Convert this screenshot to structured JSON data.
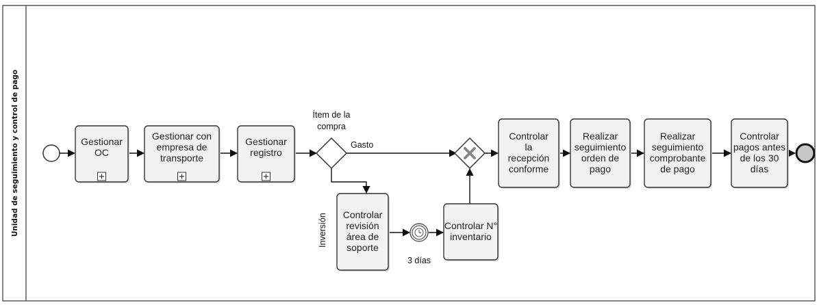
{
  "lane": {
    "label": "Unidad de seguimiento y control de pago"
  },
  "tasks": [
    {
      "id": "gestionar-oc",
      "lines": [
        "Gestionar",
        "OC"
      ],
      "subprocess": true
    },
    {
      "id": "gestionar-empresa-transporte",
      "lines": [
        "Gestionar con",
        "empresa de",
        "transporte"
      ],
      "subprocess": true
    },
    {
      "id": "gestionar-registro",
      "lines": [
        "Gestionar",
        "registro"
      ],
      "subprocess": true
    },
    {
      "id": "controlar-recepcion",
      "lines": [
        "Controlar",
        "la",
        "recepción",
        "conforme"
      ],
      "subprocess": false
    },
    {
      "id": "seguimiento-orden-pago",
      "lines": [
        "Realizar",
        "seguimiento",
        "orden de",
        "pago"
      ],
      "subprocess": false
    },
    {
      "id": "seguimiento-comprobante",
      "lines": [
        "Realizar",
        "seguimiento",
        "comprobante",
        "de pago"
      ],
      "subprocess": false
    },
    {
      "id": "controlar-pagos",
      "lines": [
        "Controlar",
        "pagos antes",
        "de los 30",
        "días"
      ],
      "subprocess": false
    },
    {
      "id": "controlar-revision",
      "lines": [
        "Controlar",
        "revisión",
        "área de",
        "soporte"
      ],
      "subprocess": false
    },
    {
      "id": "controlar-inventario",
      "lines": [
        "Controlar N°",
        "inventario"
      ],
      "subprocess": false
    }
  ],
  "gateway": {
    "question_lines": [
      "Ítem de la",
      "compra"
    ]
  },
  "flows": {
    "gasto": "Gasto",
    "inversion": "Inversión"
  },
  "timer": {
    "label": "3 días"
  }
}
